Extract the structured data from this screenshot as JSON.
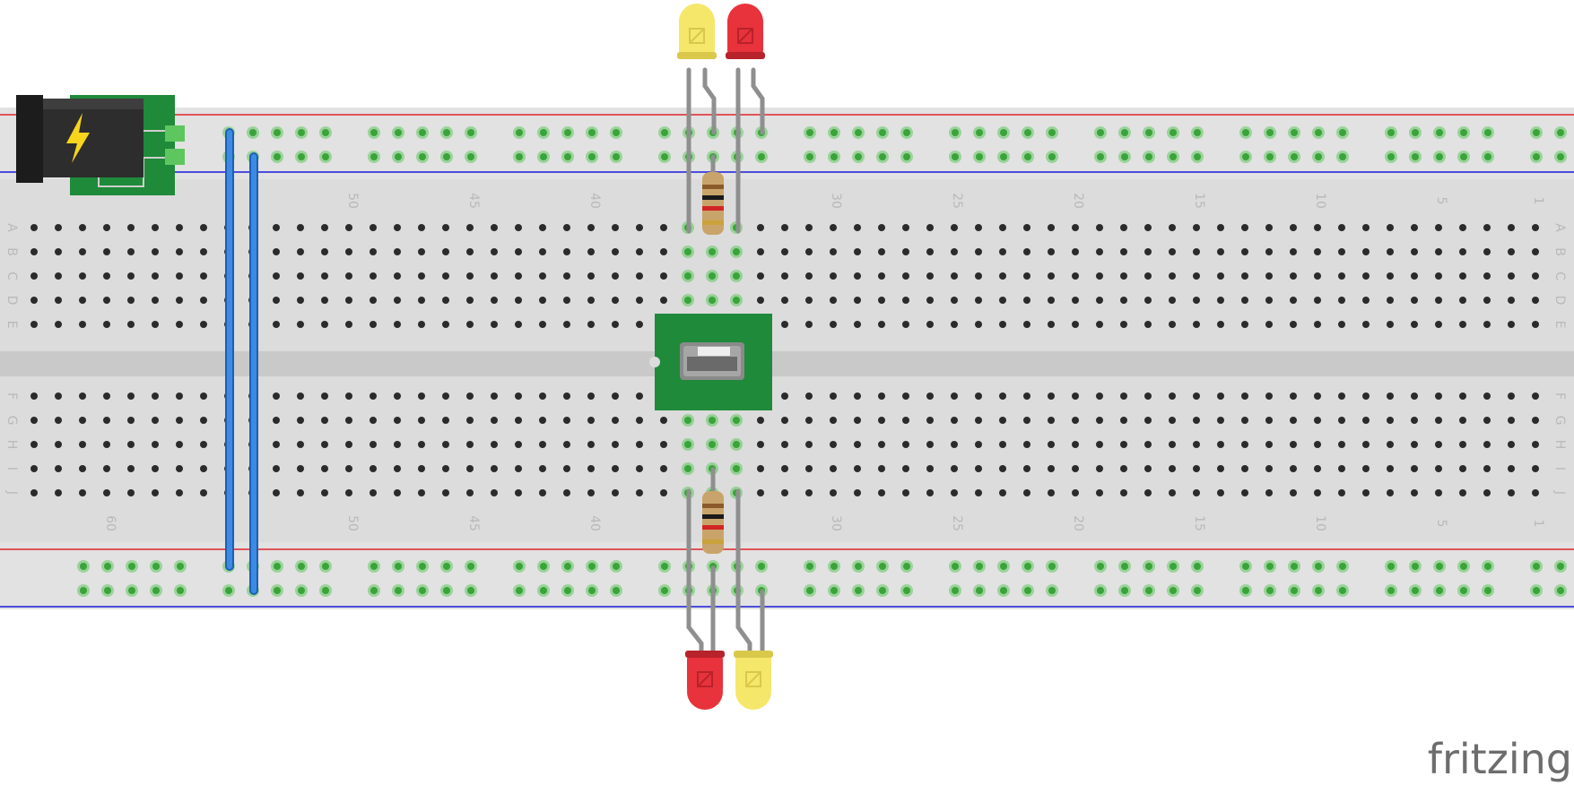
{
  "watermark": "fritzing",
  "breadboard": {
    "row_letters_top": [
      "A",
      "B",
      "C",
      "D",
      "E"
    ],
    "row_letters_bottom": [
      "F",
      "G",
      "H",
      "I",
      "J"
    ],
    "column_numbers": [
      "60",
      "50",
      "45",
      "40",
      "30",
      "25",
      "20",
      "15",
      "10",
      "5",
      "1"
    ]
  },
  "components": {
    "power_jack": {
      "type": "dc-barrel-jack",
      "icon": "lightning-bolt-icon"
    },
    "switch": {
      "type": "slide-switch"
    },
    "leds_top": [
      {
        "color": "#f5e76a",
        "name": "yellow"
      },
      {
        "color": "#e8323c",
        "name": "red"
      }
    ],
    "leds_bottom": [
      {
        "color": "#e8323c",
        "name": "red"
      },
      {
        "color": "#f5e76a",
        "name": "yellow"
      }
    ],
    "resistors": [
      {
        "position": "top"
      },
      {
        "position": "bottom"
      }
    ],
    "wires": [
      {
        "color": "#2b7bd6"
      },
      {
        "color": "#2b7bd6"
      }
    ]
  },
  "colors": {
    "board": "#dcdcdc",
    "rail_red": "#e0242b",
    "rail_blue": "#1a1ad9",
    "hole": "#2b2b2b",
    "active_hole": "#5ec65e",
    "pcb_green": "#1f8a3a"
  }
}
